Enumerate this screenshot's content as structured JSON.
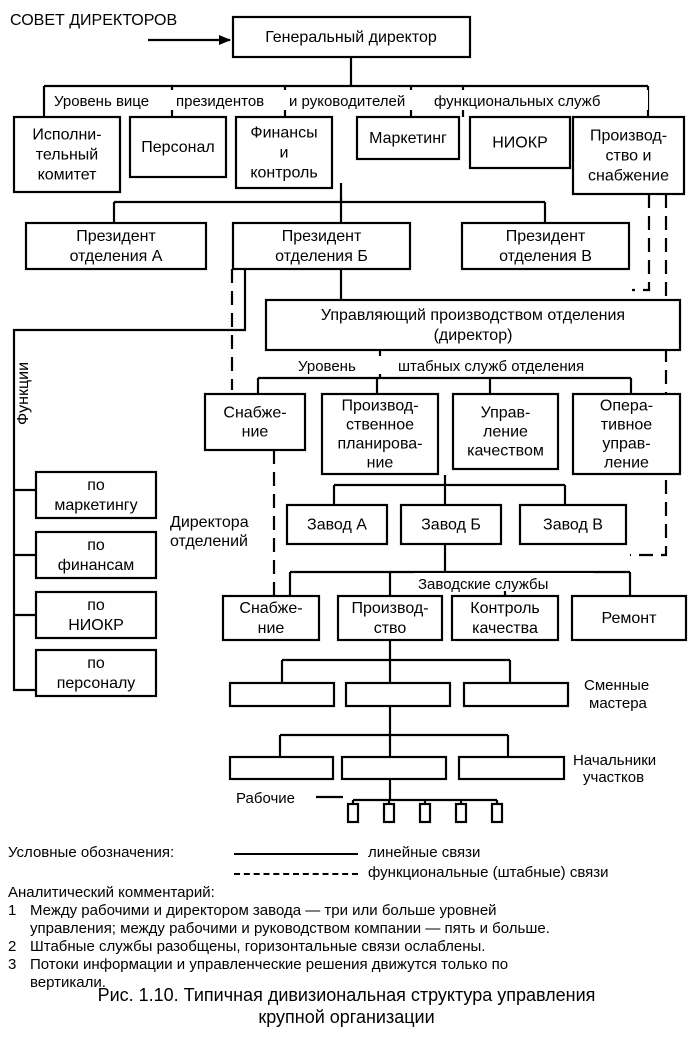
{
  "board": "СОВЕТ ДИРЕКТОРОВ",
  "ceo": "Генеральный директор",
  "vp_level": {
    "part1": "Уровень вице",
    "part2": "президентов",
    "part3": "и руководителей",
    "part4": "функциональных служб"
  },
  "vp_boxes": [
    [
      "Исполни-",
      "тельный",
      "комитет"
    ],
    [
      "Персонал"
    ],
    [
      "Финансы",
      "и",
      "контроль"
    ],
    [
      "Маркетинг"
    ],
    [
      "НИОКР"
    ],
    [
      "Производ-",
      "ство и",
      "снабжение"
    ]
  ],
  "presidents": [
    [
      "Президент",
      "отделения А"
    ],
    [
      "Президент",
      "отделения Б"
    ],
    [
      "Президент",
      "отделения В"
    ]
  ],
  "division_manager": [
    "Управляющий производством отделения",
    "(директор)"
  ],
  "staff_level": {
    "part1": "Уровень",
    "part2": "штабных служб отделения"
  },
  "staff_boxes": [
    [
      "Снабже-",
      "ние"
    ],
    [
      "Производ-",
      "ственное",
      "планирова-",
      "ние"
    ],
    [
      "Управ-",
      "ление",
      "качеством"
    ],
    [
      "Опера-",
      "тивное",
      "управ-",
      "ление"
    ]
  ],
  "functions_label": "Функции",
  "function_boxes": [
    [
      "по",
      "маркетингу"
    ],
    [
      "по",
      "финансам"
    ],
    [
      "по",
      "НИОКР"
    ],
    [
      "по",
      "персоналу"
    ]
  ],
  "division_directors": [
    "Директора",
    "отделений"
  ],
  "plants": [
    "Завод А",
    "Завод Б",
    "Завод В"
  ],
  "plant_services_label": "Заводские службы",
  "plant_services": [
    [
      "Снабже-",
      "ние"
    ],
    [
      "Производ-",
      "ство"
    ],
    [
      "Контроль",
      "качества"
    ],
    [
      "Ремонт"
    ]
  ],
  "shift_masters": [
    "Сменные",
    "мастера"
  ],
  "section_heads": [
    "Начальники",
    "участков"
  ],
  "workers": "Рабочие",
  "legend": {
    "title": "Условные обозначения:",
    "line_links": "линейные связи",
    "functional_links": "функциональные (штабные) связи"
  },
  "commentary": {
    "title": "Аналитический комментарий:",
    "items": [
      {
        "num": "1",
        "lines": [
          "Между рабочими и директором завода — три или больше уровней",
          "управления; между рабочими и руководством компании — пять и больше."
        ]
      },
      {
        "num": "2",
        "lines": [
          "Штабные службы разобщены, горизонтальные связи ослаблены."
        ]
      },
      {
        "num": "3",
        "lines": [
          "Потоки информации и управленческие решения движутся только по",
          "вертикали."
        ]
      }
    ]
  },
  "caption": [
    "Рис. 1.10. Типичная дивизиональная структура управления",
    "крупной организации"
  ]
}
